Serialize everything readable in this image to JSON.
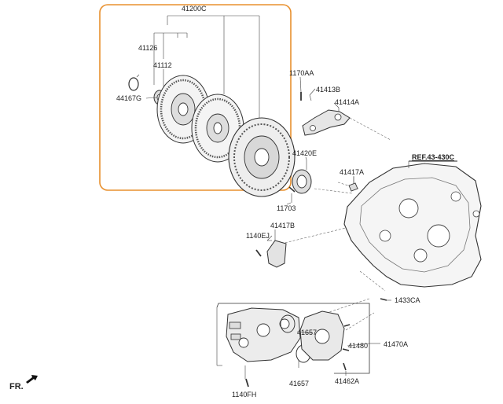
{
  "diagram": {
    "highlight_color": "#e8902e",
    "line_color": "#333333",
    "labels": {
      "clutch_set": "41200C",
      "part_41126": "41126",
      "part_41112": "41112",
      "part_44167g": "44167G",
      "part_1170aa": "1170AA",
      "part_41413b": "41413B",
      "part_41414a": "41414A",
      "part_41420e": "41420E",
      "part_41417a": "41417A",
      "part_11703": "11703",
      "ref": "REF.43-430C",
      "part_41417b": "41417B",
      "part_1140ej": "1140EJ",
      "part_1433ca": "1433CA",
      "part_41657_top": "41657",
      "part_41480": "41480",
      "part_41470a": "41470A",
      "part_41657_bottom": "41657",
      "part_41462a": "41462A",
      "part_1140fh": "1140FH",
      "front": "FR."
    },
    "icons": {
      "front_arrow": "arrow-icon"
    }
  }
}
